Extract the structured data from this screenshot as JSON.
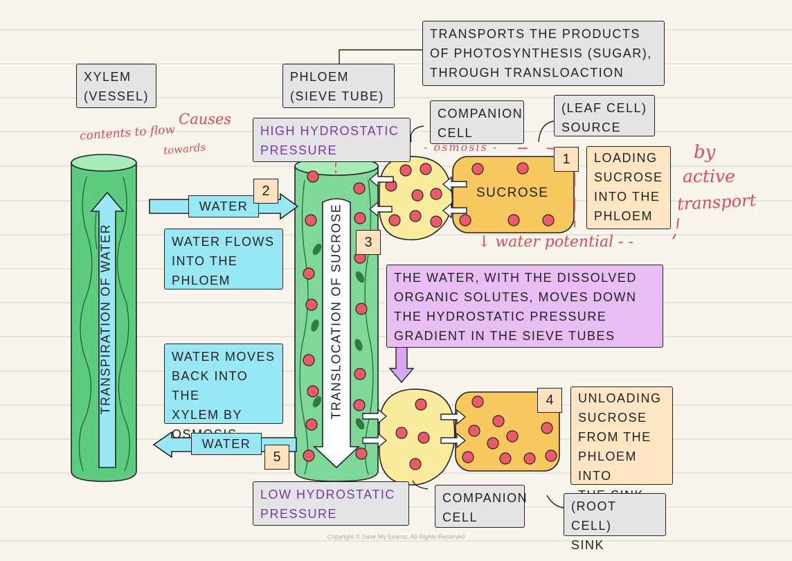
{
  "labels": {
    "xylem": "XYLEM\n(VESSEL)",
    "phloem": "PHLOEM\n(SIEVE TUBE)",
    "transports": "TRANSPORTS THE PRODUCTS\nOF PHOTOSYNTHESIS (SUGAR),\nTHROUGH TRANSLOACTION",
    "companion_top": "COMPANION\nCELL",
    "leaf_source": "(LEAF CELL)\nSOURCE",
    "high_pressure": "HIGH HYDROSTATIC\nPRESSURE",
    "low_pressure": "LOW HYDROSTATIC\nPRESSURE",
    "loading": "LOADING\nSUCROSE\nINTO THE\nPHLOEM",
    "unloading": "UNLOADING\nSUCROSE\nFROM THE\nPHLOEM INTO\nTHE SINK",
    "water_flows": "WATER FLOWS\nINTO THE\nPHLOEM",
    "water_moves_back": "WATER MOVES\nBACK INTO THE\nXYLEM BY\nOSMOSIS",
    "mass_flow": "THE WATER, WITH THE DISSOLVED\nORGANIC SOLUTES, MOVES DOWN\nTHE HYDROSTATIC PRESSURE\nGRADIENT IN THE SIEVE TUBES",
    "companion_bottom": "COMPANION\nCELL",
    "root_sink": "(ROOT CELL)\nSINK",
    "water_top": "WATER",
    "water_bottom": "WATER",
    "sucrose": "SUCROSE",
    "transpiration": "TRANSPIRATION OF WATER",
    "translocation": "TRANSLOCATION OF SUCROSE"
  },
  "steps": {
    "one": "1",
    "two": "2",
    "three": "3",
    "four": "4",
    "five": "5"
  },
  "handwriting": {
    "causes": "Causes",
    "contents_to_flow": "contents to flow",
    "towards": "towards",
    "osmosis": "- osmosis -",
    "by": "by",
    "active": "active",
    "transport": "transport",
    "water_potential": "↓ water potential - -"
  },
  "copyright": "Copyright © Save My Exams. All Rights Reserved",
  "colors": {
    "xylem_green": "#5dcc7f",
    "phloem_green": "#7ed89a",
    "companion_yellow": "#fbeb9c",
    "source_orange": "#f6c85e",
    "sucrose_red": "#ee5a6a",
    "annotation_red": "#e14a55"
  }
}
